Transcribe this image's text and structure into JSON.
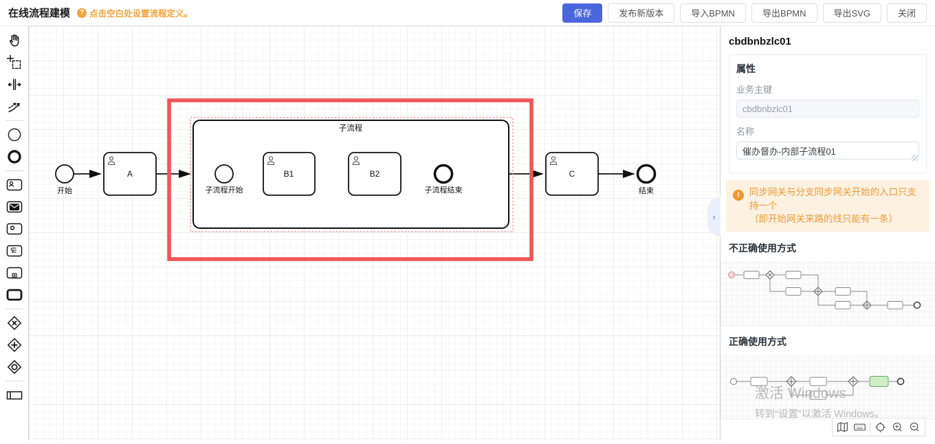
{
  "header": {
    "title": "在线流程建模",
    "hint": "点击空白处设置流程定义。",
    "hint_icon": "question-circle-icon",
    "buttons": {
      "save": "保存",
      "publish": "发布新版本",
      "import_bpmn": "导入BPMN",
      "export_bpmn": "导出BPMN",
      "export_svg": "导出SVG",
      "close": "关闭"
    }
  },
  "palette_items": [
    "hand-tool",
    "lasso-tool",
    "space-tool",
    "global-connect-tool",
    "start-event",
    "end-event",
    "user-task",
    "receive-task",
    "service-task",
    "script-task",
    "collapsed-subprocess",
    "expanded-subprocess",
    "exclusive-gateway",
    "parallel-gateway",
    "inclusive-gateway",
    "participant"
  ],
  "canvas": {
    "nodes": {
      "start": "开始",
      "task_a": "A",
      "subprocess": "子流程",
      "sub_start": "子流程开始",
      "task_b1": "B1",
      "task_b2": "B2",
      "sub_end": "子流程结束",
      "task_c": "C",
      "end": "结束"
    }
  },
  "panel": {
    "title": "cbdbnbzlc01",
    "section_title": "属性",
    "business_key_label": "业务主键",
    "business_key_value": "cbdbnbzlc01",
    "name_label": "名称",
    "name_value": "催办督办-内部子流程01",
    "warning_line1": "同步网关与分支同步网关开始的入口只支持一个",
    "warning_line2": "（即开始网关来路的线只能有一条）",
    "incorrect_heading": "不正确使用方式",
    "correct_heading": "正确使用方式"
  },
  "watermark": {
    "line1": "激活 Windows",
    "line2": "转到“设置”以激活 Windows。"
  },
  "colors": {
    "primary": "#4a66dd",
    "warning_text": "#ee9c35",
    "warning_bg": "#fdf1e2",
    "highlight_red": "#f15555"
  }
}
